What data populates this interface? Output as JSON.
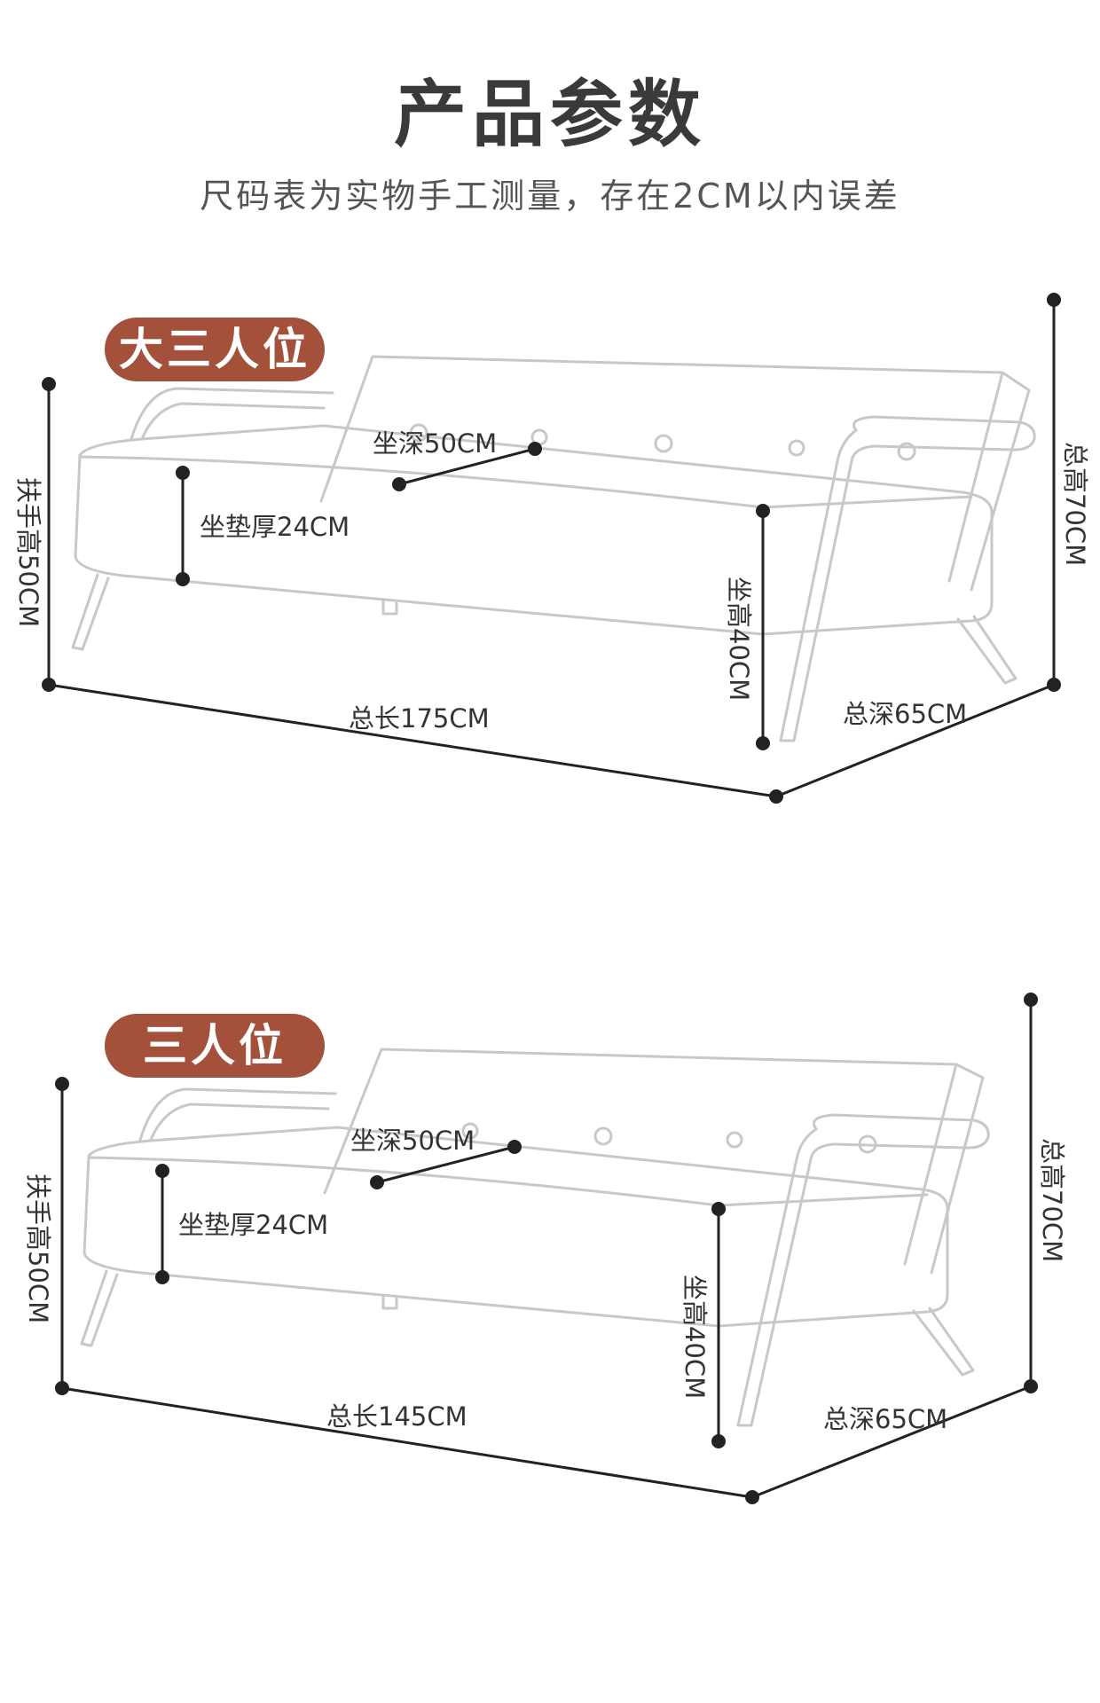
{
  "header": {
    "title": "产品参数",
    "subtitle": "尺码表为实物手工测量，存在2CM以内误差"
  },
  "sections": [
    {
      "badge": "大三人位",
      "labels": {
        "seat_depth": "坐深50CM",
        "cushion_thickness": "坐垫厚24CM",
        "armrest_height": "扶手高50CM",
        "seat_height": "坐高40CM",
        "total_height": "总高70CM",
        "total_length": "总长175CM",
        "total_depth": "总深65CM"
      }
    },
    {
      "badge": "三人位",
      "labels": {
        "seat_depth": "坐深50CM",
        "cushion_thickness": "坐垫厚24CM",
        "armrest_height": "扶手高50CM",
        "seat_height": "坐高40CM",
        "total_height": "总高70CM",
        "total_length": "总长145CM",
        "total_depth": "总深65CM"
      }
    }
  ],
  "colors": {
    "badge": "#a3513b",
    "outline": "#c8c8c8",
    "dimension": "#222222"
  }
}
